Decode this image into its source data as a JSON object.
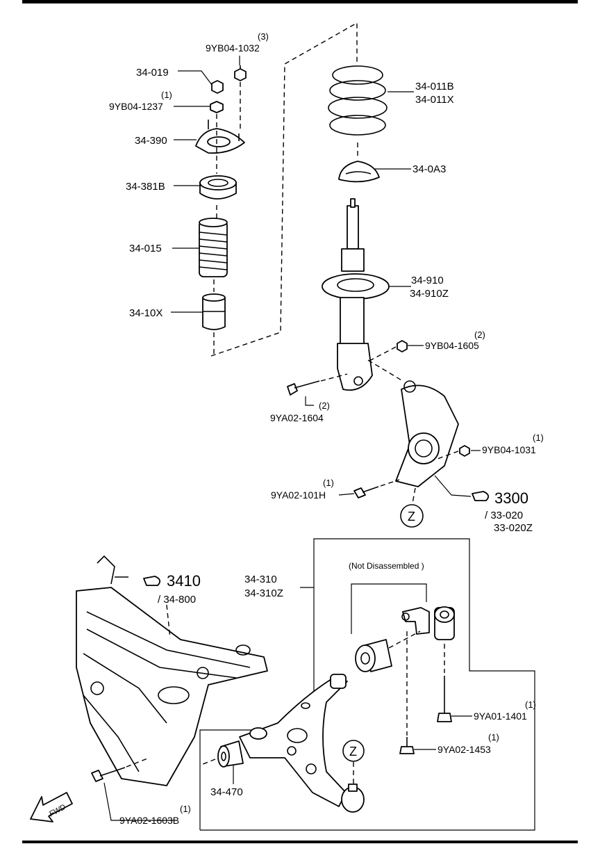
{
  "labels": {
    "p34019": "34-019",
    "p9yb04_1032": "9YB04-1032",
    "q1032": "(3)",
    "p9yb04_1237": "9YB04-1237",
    "q1237": "(1)",
    "p34390": "34-390",
    "p34381b": "34-381B",
    "p34015": "34-015",
    "p3410x": "34-10X",
    "p34011b": "34-011B",
    "p34011x": "34-011X",
    "p340a3": "34-0A3",
    "p34910": "34-910",
    "p34910z": "34-910Z",
    "p9yb04_1605": "9YB04-1605",
    "q1605": "(2)",
    "p9ya02_1604": "9YA02-1604",
    "q1604": "(2)",
    "p9yb04_1031": "9YB04-1031",
    "q1031": "(1)",
    "p9ya02_101h": "9YA02-101H",
    "q101h": "(1)",
    "ref3300": "3300",
    "ref33020": "/ 33-020",
    "ref33020z": "33-020Z",
    "zoneZ_top": "Z",
    "ref3410": "3410",
    "ref34800": "/ 34-800",
    "p34310": "34-310",
    "p34310z": "34-310Z",
    "not_disassembled": "(Not Disassembled )",
    "p9ya01_1401": "9YA01-1401",
    "q1401": "(1)",
    "p9ya02_1453": "9YA02-1453",
    "q1453": "(1)",
    "zoneZ_bottom": "Z",
    "p34470": "34-470",
    "p9ya02_1603b": "9YA02-1603B",
    "q1603b": "(1)",
    "fwd": "FWD"
  }
}
